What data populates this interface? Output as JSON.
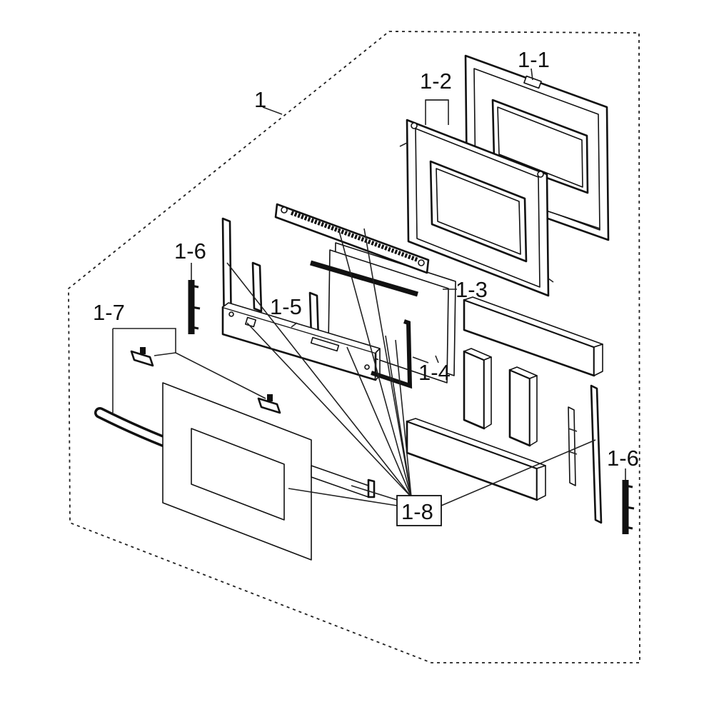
{
  "diagram": {
    "labels": {
      "assembly": "1",
      "part_1_1": "1-1",
      "part_1_2": "1-2",
      "part_1_3": "1-3",
      "part_1_4": "1-4",
      "part_1_5": "1-5",
      "part_1_6_left": "1-6",
      "part_1_6_right": "1-6",
      "part_1_7": "1-7",
      "part_1_8": "1-8"
    }
  }
}
